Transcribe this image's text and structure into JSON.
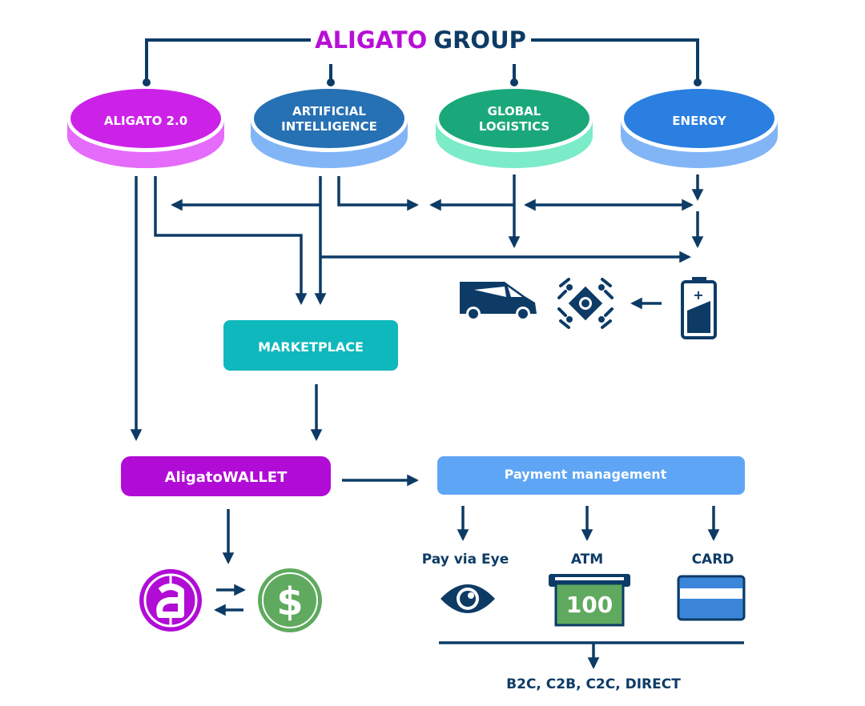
{
  "title": {
    "part1": "ALIGATO",
    "part2": "GROUP"
  },
  "divisions": [
    {
      "line1": "ALIGATO 2.0",
      "line2": ""
    },
    {
      "line1": "ARTIFICIAL",
      "line2": "INTELLIGENCE"
    },
    {
      "line1": "GLOBAL",
      "line2": "LOGISTICS"
    },
    {
      "line1": "ENERGY",
      "line2": ""
    }
  ],
  "marketplace": "MARKETPLACE",
  "wallet": "AligatoWALLET",
  "payment": "Payment management",
  "payment_methods": [
    {
      "label": "Pay via Eye",
      "icon": "eye-icon"
    },
    {
      "label": "ATM",
      "icon": "atm-banknote-icon",
      "value": "100"
    },
    {
      "label": "CARD",
      "icon": "credit-card-icon"
    }
  ],
  "footer": "B2C, C2B, C2C, DIRECT",
  "logistics_icons": [
    "van-icon",
    "drone-icon",
    "battery-icon"
  ],
  "exchange_icons": [
    "aligato-coin-icon",
    "dollar-coin-icon"
  ],
  "dollar_symbol": "$",
  "battery_plus": "+",
  "colors": {
    "navy": "#0d3b66",
    "magenta": "#b80fd8",
    "aligato_top": "#cc22e8",
    "aligato_side": "#e56bfb",
    "ai_top": "#2670b4",
    "ai_side": "#82b5f5",
    "logistics_top": "#1aa87a",
    "logistics_side": "#7bebc8",
    "energy_top": "#2a7fe0",
    "energy_side": "#82b5f5",
    "marketplace": "#0fb8bd",
    "wallet": "#b10cd6",
    "payment": "#5ea6f5",
    "green": "#5faa5f",
    "card_blue": "#3b86d9"
  }
}
